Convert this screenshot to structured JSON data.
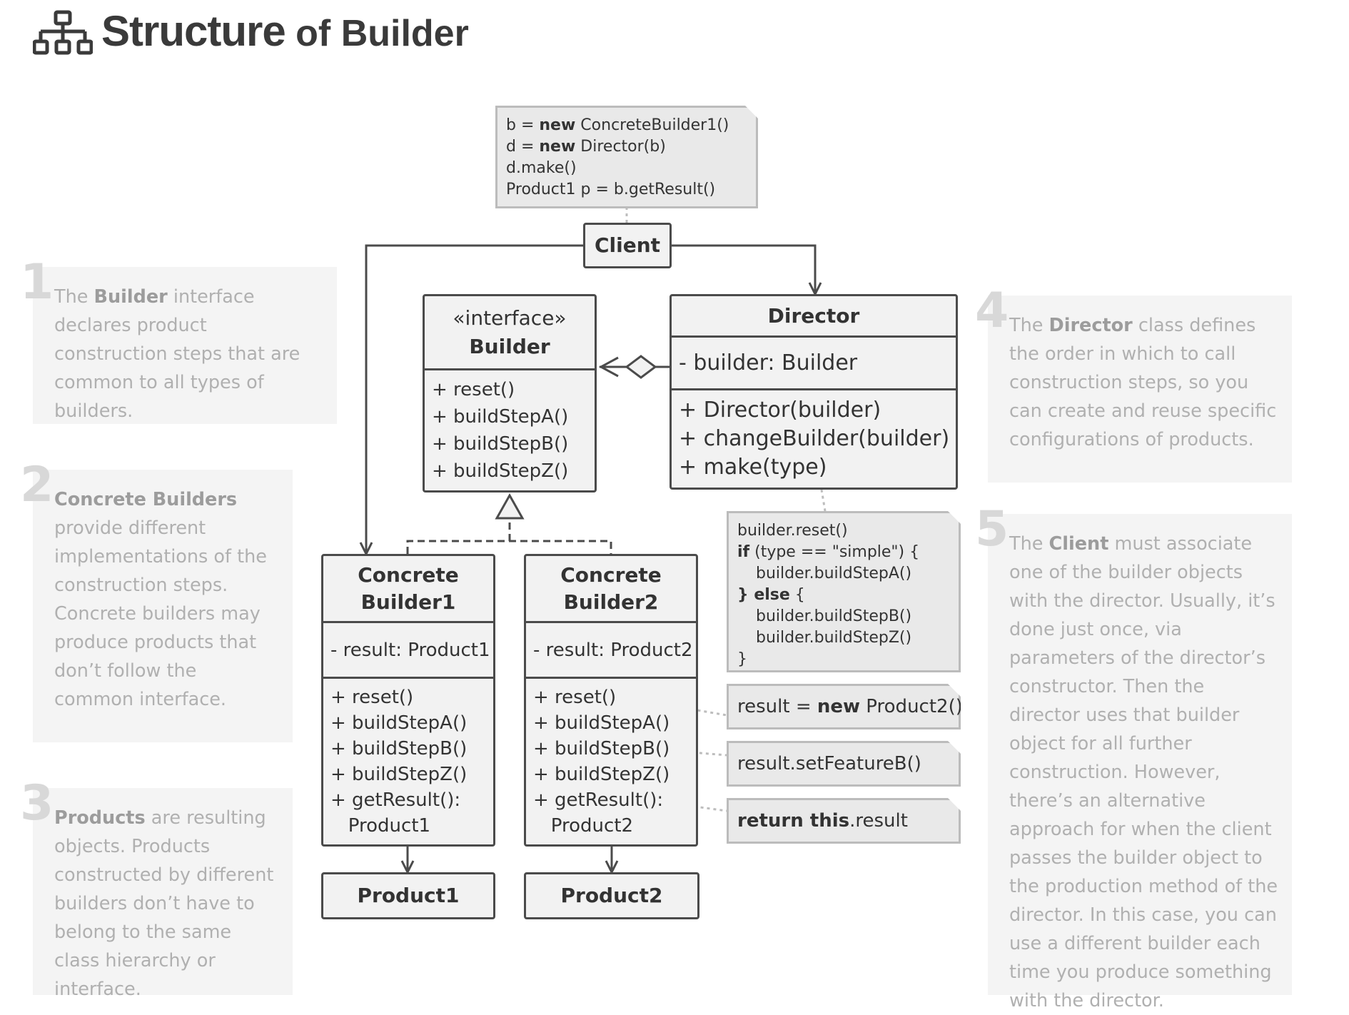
{
  "header": {
    "title_main": "Structure",
    "title_rest": " of Builder",
    "icon": "hierarchy-icon"
  },
  "descriptions": [
    {
      "number": "1",
      "lead": "",
      "bold": "Builder",
      "text_after": " interface declares product construction steps that are common to all types of builders.",
      "text_before": "The "
    },
    {
      "number": "2",
      "text_before": "",
      "bold": "Concrete Builders",
      "text_after": " provide different implementations of the construction steps. Concrete builders may produce products that don’t follow the common interface."
    },
    {
      "number": "3",
      "text_before": "",
      "bold": "Products",
      "text_after": " are resulting objects. Products constructed by different builders don’t have to belong to the same class hierarchy or interface."
    },
    {
      "number": "4",
      "text_before": "The ",
      "bold": "Director",
      "text_after": " class defines the order in which to call construction steps, so you can create and reuse specific configurations of products."
    },
    {
      "number": "5",
      "text_before": "The ",
      "bold": "Client",
      "text_after": " must associate one of the builder objects with the director. Usually, it’s done just once, via parameters of the director’s constructor. Then the director uses that builder object for all further construction. However, there’s an alternative approach for when the client passes the builder object to the production method of the director. In this case, you can use a different builder each time you produce something with the director."
    }
  ],
  "client_note": [
    {
      "pre": "b = ",
      "kw": "new",
      "post": " ConcreteBuilder1()"
    },
    {
      "pre": "d = ",
      "kw": "new",
      "post": " Director(b)"
    },
    {
      "pre": "d.make()",
      "kw": "",
      "post": ""
    },
    {
      "pre": "Product1 p = b.getResult()",
      "kw": "",
      "post": ""
    }
  ],
  "client": {
    "label": "Client"
  },
  "builder": {
    "stereotype": "«interface»",
    "name": "Builder",
    "methods": [
      "+ reset()",
      "+ buildStepA()",
      "+ buildStepB()",
      "+ buildStepZ()"
    ]
  },
  "director": {
    "name": "Director",
    "fields": [
      "- builder: Builder"
    ],
    "methods": [
      "+ Director(builder)",
      "+ changeBuilder(builder)",
      "+ make(type)"
    ]
  },
  "make_note": [
    {
      "kw": "",
      "text": "builder.reset()",
      "indent": false
    },
    {
      "kw": "if",
      "text": " (type == \"simple\") {",
      "indent": false
    },
    {
      "kw": "",
      "text": "builder.buildStepA()",
      "indent": true
    },
    {
      "kw": "} else",
      "text": " {",
      "indent": false
    },
    {
      "kw": "",
      "text": "builder.buildStepB()",
      "indent": true
    },
    {
      "kw": "",
      "text": "builder.buildStepZ()",
      "indent": true
    },
    {
      "kw": "",
      "text": "}",
      "indent": false
    }
  ],
  "concrete_builder1": {
    "name_line1": "Concrete",
    "name_line2": "Builder1",
    "fields": [
      "- result: Product1"
    ],
    "methods": [
      "+ reset()",
      "+ buildStepA()",
      "+ buildStepB()",
      "+ buildStepZ()",
      "+ getResult():",
      "   Product1"
    ]
  },
  "concrete_builder2": {
    "name_line1": "Concrete",
    "name_line2": "Builder2",
    "fields": [
      "- result: Product2"
    ],
    "methods": [
      "+ reset()",
      "+ buildStepA()",
      "+ buildStepB()",
      "+ buildStepZ()",
      "+ getResult():",
      "   Product2"
    ]
  },
  "notes_cb2": {
    "reset": {
      "pre": "result = ",
      "kw": "new",
      "post": " Product2()"
    },
    "stepb": {
      "pre": "result.setFeatureB()",
      "kw": "",
      "post": ""
    },
    "getresult": {
      "pre": "",
      "kw": "return this",
      "post": ".result"
    }
  },
  "product1": {
    "label": "Product1"
  },
  "product2": {
    "label": "Product2"
  },
  "colors": {
    "stroke": "#4b4b4b",
    "box_fill": "#f2f2f2",
    "note_fill": "#e9e9e9",
    "desc_bg": "#f4f4f4",
    "desc_text": "#b0b0b0"
  }
}
